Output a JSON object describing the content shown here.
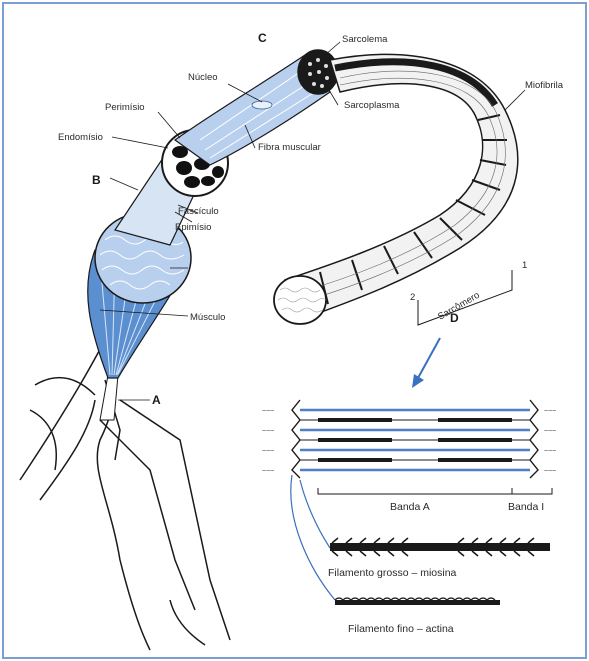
{
  "structure_letters": {
    "a": "A",
    "b": "B",
    "c": "C",
    "d": "D"
  },
  "labels": {
    "sarcolema": "Sarcolema",
    "nucleo": "Núcleo",
    "perimisio": "Perimísio",
    "endomisio": "Endomísio",
    "sarcoplasma": "Sarcoplasma",
    "fibra_muscular": "Fibra muscular",
    "fasciculo": "Fascículo",
    "epimisio": "Epimísio",
    "musculo": "Músculo",
    "miofibrila": "Miofibrila",
    "sarcomero": "Sarcômero",
    "num_1": "1",
    "num_2": "2"
  },
  "bands": {
    "band_a": "Banda A",
    "band_i": "Banda I"
  },
  "filaments": {
    "thick": "Filamento grosso – miosina",
    "thin": "Filamento fino – actina"
  },
  "colors": {
    "muscle_blue": "#5b8fcf",
    "light_blue": "#b8d0ee",
    "frame": "#7a9fd0",
    "ink": "#1a1a1a"
  }
}
